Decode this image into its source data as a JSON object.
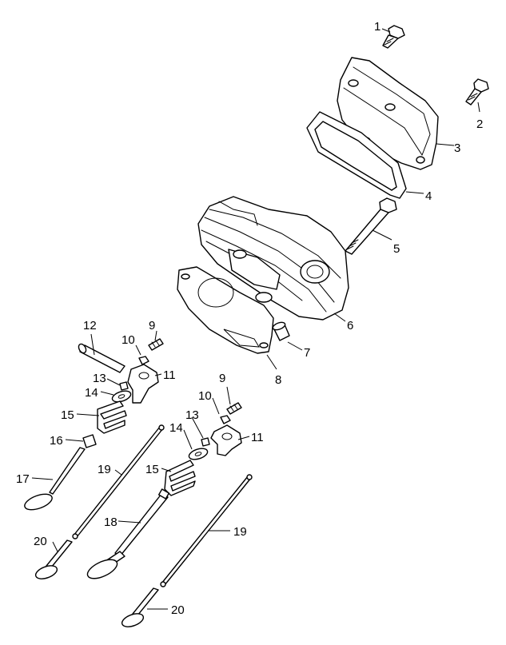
{
  "callouts": {
    "c1": "1",
    "c2": "2",
    "c3": "3",
    "c4": "4",
    "c5": "5",
    "c6": "6",
    "c7": "7",
    "c8": "8",
    "c9a": "9",
    "c9b": "9",
    "c10a": "10",
    "c10b": "10",
    "c11a": "11",
    "c11b": "11",
    "c12": "12",
    "c13a": "13",
    "c13b": "13",
    "c14a": "14",
    "c14b": "14",
    "c15a": "15",
    "c15b": "15",
    "c16": "16",
    "c17": "17",
    "c18": "18",
    "c19a": "19",
    "c19b": "19",
    "c20a": "20",
    "c20b": "20"
  }
}
